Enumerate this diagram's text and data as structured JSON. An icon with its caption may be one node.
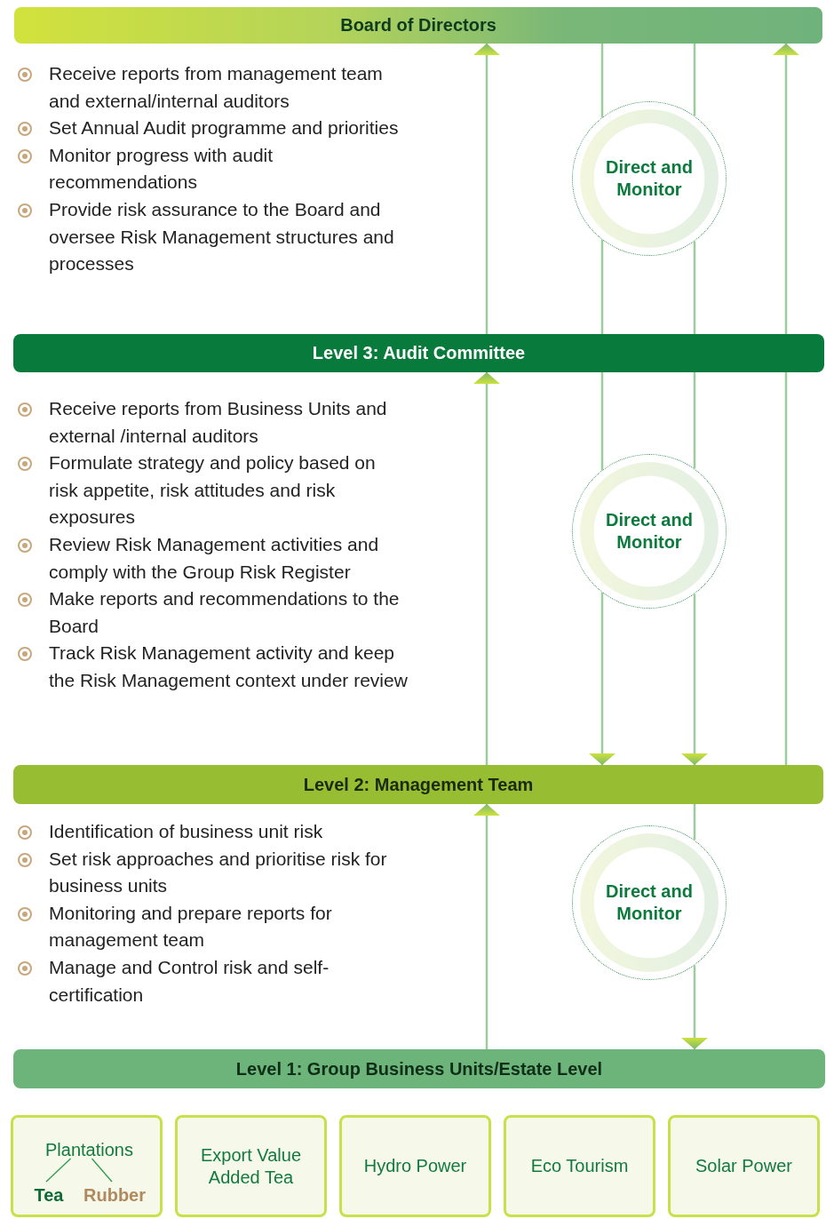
{
  "diagram": {
    "nodes": [
      {
        "text": [
          "Board of Directors"
        ]
      },
      {
        "text": [
          "Level 3: Audit Committee"
        ]
      },
      {
        "text": [
          "Level 2: Management Team"
        ]
      },
      {
        "text": [
          "Level 1: Group Business Units/Estate Level"
        ]
      },
      {
        "text": [
          "Direct and Monitor"
        ]
      },
      {
        "text": [
          "Direct and Monitor"
        ]
      },
      {
        "text": [
          "Direct and Monitor"
        ]
      },
      {
        "text": [],
        "shape": "box"
      },
      {
        "text": [
          "Plantations"
        ],
        "in": 7
      },
      {
        "text": [
          "Tea"
        ],
        "in": 7
      },
      {
        "text": [
          "Rubber"
        ],
        "in": 7
      },
      {
        "text": [
          "Export Value Added Tea"
        ]
      },
      {
        "text": [
          "Hydro Power"
        ]
      },
      {
        "text": [
          "Eco Tourism"
        ]
      },
      {
        "text": [
          "Solar Power"
        ]
      }
    ],
    "edges": [
      {
        "from": 1,
        "to": 0,
        "arrow": "to"
      },
      {
        "from": 1,
        "to": 0,
        "arrow": "to"
      },
      {
        "from": 0,
        "to": 4,
        "arrow": "none"
      },
      {
        "from": 0,
        "to": 4,
        "arrow": "none"
      },
      {
        "from": 4,
        "to": 1,
        "arrow": "none"
      },
      {
        "from": 4,
        "to": 1,
        "arrow": "none"
      },
      {
        "from": 1,
        "to": 5,
        "arrow": "none"
      },
      {
        "from": 1,
        "to": 5,
        "arrow": "none"
      },
      {
        "from": 5,
        "to": 2,
        "arrow": "to"
      },
      {
        "from": 5,
        "to": 2,
        "arrow": "to"
      },
      {
        "from": 2,
        "to": 1,
        "arrow": "to"
      },
      {
        "from": 2,
        "to": 1,
        "arrow": "none"
      },
      {
        "from": 3,
        "to": 2,
        "arrow": "to"
      },
      {
        "from": 2,
        "to": 6,
        "arrow": "none"
      },
      {
        "from": 6,
        "to": 3,
        "arrow": "to"
      },
      {
        "from": 8,
        "to": 9,
        "arrow": "none",
        "color": "#2e9a4e"
      },
      {
        "from": 8,
        "to": 10,
        "arrow": "none",
        "color": "#2e9a4e"
      }
    ],
    "labels": [
      "Receive reports from management team and external/internal auditors",
      "Set Annual Audit programme and priorities",
      "Monitor progress with audit recommendations",
      "Provide risk assurance to the Board and oversee Risk Management structures and processes",
      "Receive reports from Business Units and external /internal auditors",
      "Formulate strategy and policy based on risk appetite, risk attitudes and risk exposures",
      "Review Risk Management activities and comply with the Group Risk Register",
      "Make reports and recommendations to the Board",
      "Track Risk Management activity and keep the Risk Management context under review",
      "Identification of business unit risk",
      "Set risk approaches and prioritise risk for business units",
      "Monitoring and prepare reports for management team",
      "Manage and Control risk and self-certification"
    ]
  }
}
